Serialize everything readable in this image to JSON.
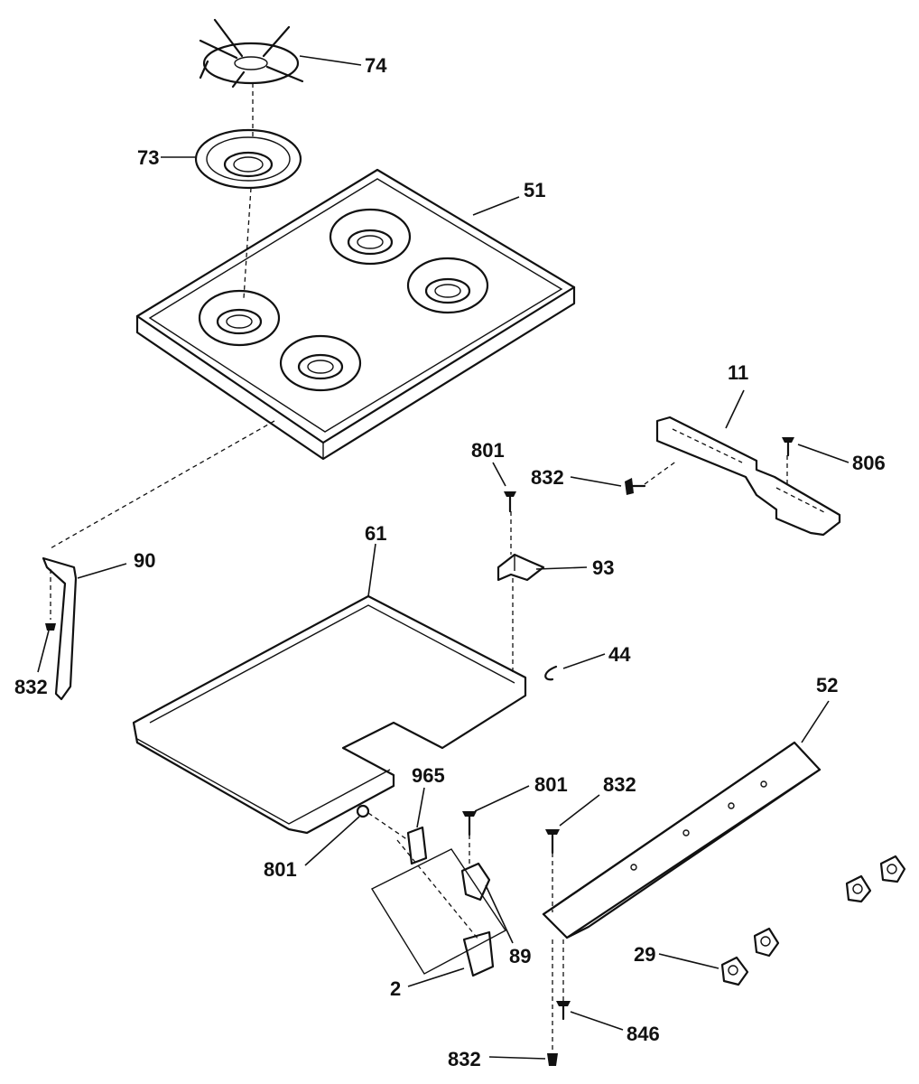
{
  "labels": {
    "l74": "74",
    "l73": "73",
    "l51": "51",
    "l11": "11",
    "l801a": "801",
    "l832a": "832",
    "l806": "806",
    "l90": "90",
    "l61": "61",
    "l93": "93",
    "l832b": "832",
    "l44": "44",
    "l52": "52",
    "l965": "965",
    "l801b": "801",
    "l832c": "832",
    "l801c": "801",
    "l89": "89",
    "l2": "2",
    "l29": "29",
    "l846": "846",
    "l832d": "832"
  },
  "colors": {
    "ink": "#111111",
    "paper": "#ffffff"
  }
}
